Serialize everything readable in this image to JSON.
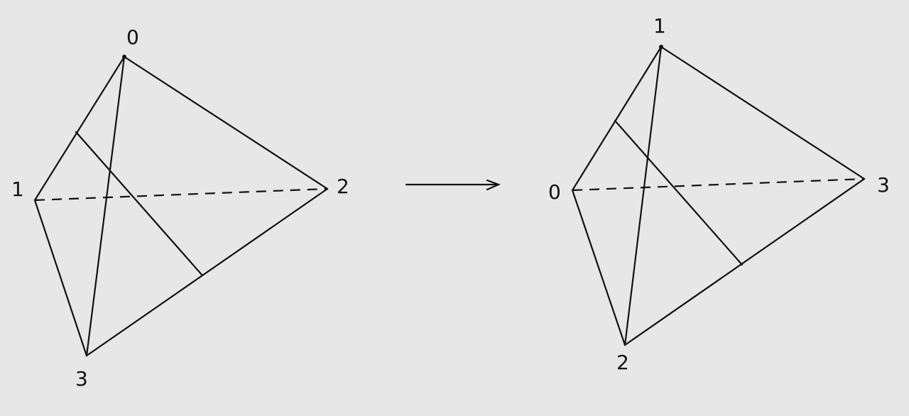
{
  "diagrams": [
    {
      "vertices": [
        {
          "label": "0"
        },
        {
          "label": "1"
        },
        {
          "label": "2"
        },
        {
          "label": "3"
        }
      ]
    },
    {
      "vertices": [
        {
          "label": "1"
        },
        {
          "label": "0"
        },
        {
          "label": "3"
        },
        {
          "label": "2"
        }
      ]
    }
  ],
  "colors": {
    "background": "#e7e7e7",
    "ink": "#111111"
  },
  "arrow": {
    "direction": "right"
  }
}
